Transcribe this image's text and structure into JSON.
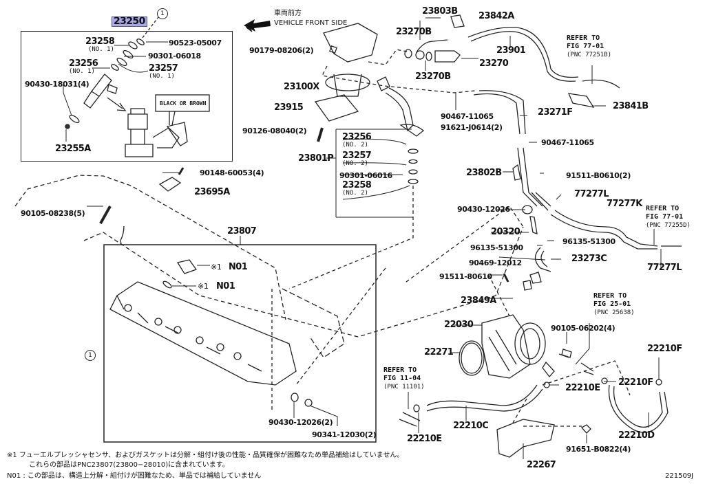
{
  "direction": {
    "jp": "車両前方",
    "en": "VEHICLE FRONT SIDE"
  },
  "highlighted_part": "23250",
  "circle_ref": "1",
  "injector_callout": "BLACK OR BROWN",
  "labels": {
    "p23258_1": "23258",
    "p23258_1_sub": "(NO. 1)",
    "p90523": "90523-05007",
    "p90301_06018": "90301-06018",
    "p23256_1": "23256",
    "p23256_1_sub": "(NO. 1)",
    "p23257_1": "23257",
    "p23257_1_sub": "(NO. 1)",
    "p90430_18031": "90430-18031(4)",
    "p23255A": "23255A",
    "p90179": "90179-08206(2)",
    "p23100X": "23100X",
    "p23915": "23915",
    "p90126": "90126-08040(2)",
    "p23803B": "23803B",
    "p23842A": "23842A",
    "p23270B_top": "23270B",
    "p23270B_bot": "23270B",
    "p23270": "23270",
    "p23901": "23901",
    "p23841B": "23841B",
    "p90467_a": "90467-11065",
    "p91621": "91621-J0614(2)",
    "p23271F": "23271F",
    "p23801P": "23801P",
    "p23256_2": "23256",
    "p23256_2_sub": "(NO. 2)",
    "p23257_2": "23257",
    "p23257_2_sub": "(NO. 2)",
    "p90301_06016": "90301-06016",
    "p23258_2": "23258",
    "p23258_2_sub": "(NO. 2)",
    "p90148": "90148-60053(4)",
    "p23695A": "23695A",
    "p90105_08238": "90105-08238(5)",
    "p23807": "23807",
    "n01_a": "N01",
    "n01_b": "N01",
    "mark1": "※1",
    "p90430_12026_2": "90430-12026(2)",
    "p90341": "90341-12030(2)",
    "p90467_b": "90467-11065",
    "p23802B": "23802B",
    "p91511_2": "91511-B0610(2)",
    "p77277L_a": "77277L",
    "p77277K": "77277K",
    "p77277L_b": "77277L",
    "p90430_12026": "90430-12026",
    "p20320": "20320",
    "p96135_a": "96135-51300",
    "p96135_b": "96135-51300",
    "p23273C": "23273C",
    "p90469": "90469-12012",
    "p91511": "91511-80610",
    "p23849A": "23849A",
    "p22030": "22030",
    "p90105_06202": "90105-06202(4)",
    "p22271": "22271",
    "p22210E_a": "22210E",
    "p22210F_a": "22210F",
    "p22210F_b": "22210F",
    "p22210C": "22210C",
    "p22210E_b": "22210E",
    "p22210D": "22210D",
    "p91651": "91651-B0822(4)",
    "p22267": "22267"
  },
  "references": [
    {
      "line1": "REFER TO",
      "line2": "FIG 77-01",
      "line3": "(PNC 77251B)"
    },
    {
      "line1": "REFER TO",
      "line2": "FIG 77-01",
      "line3": "(PNC 77255D)"
    },
    {
      "line1": "REFER TO",
      "line2": "FIG 25-01",
      "line3": "(PNC 25638)"
    },
    {
      "line1": "REFER TO",
      "line2": "FIG 11-04",
      "line3": "(PNC 11101)"
    }
  ],
  "notes": {
    "note1": "※1 フューエルプレッシャセンサ、およびガスケットは分解・組付け後の性能・品質確保が困難なため単品補給はしていません。",
    "note1b": "これらの部品はPNC23807(23800−28010)に含まれています。",
    "note2": "N01 : この部品は、構造上分解・組付けが困難なため、単品では補給していません"
  },
  "diagram_id": "221509J"
}
